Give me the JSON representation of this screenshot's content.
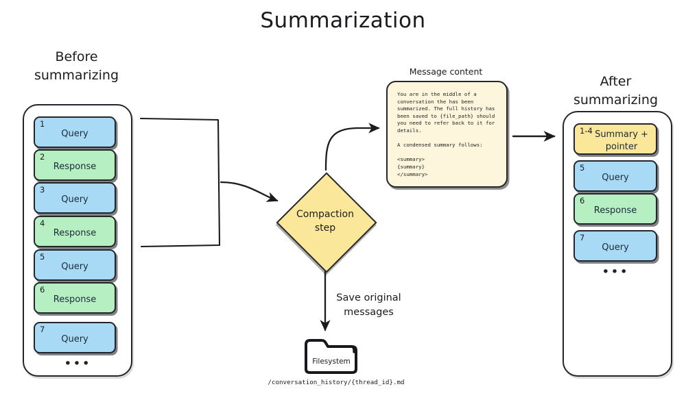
{
  "title": "Summarization",
  "colors": {
    "query": "#a8daf6",
    "response": "#b6efc1",
    "summary": "#fae79a",
    "card": "#fdf6dc",
    "stroke": "#22252a"
  },
  "before": {
    "heading_line1": "Before",
    "heading_line2": "summarizing",
    "ellipsis": "•••",
    "messages": [
      {
        "num": "1",
        "label": "Query",
        "kind": "query"
      },
      {
        "num": "2",
        "label": "Response",
        "kind": "response"
      },
      {
        "num": "3",
        "label": "Query",
        "kind": "query"
      },
      {
        "num": "4",
        "label": "Response",
        "kind": "response"
      },
      {
        "num": "5",
        "label": "Query",
        "kind": "query"
      },
      {
        "num": "6",
        "label": "Response",
        "kind": "response"
      },
      {
        "num": "7",
        "label": "Query",
        "kind": "query"
      }
    ]
  },
  "after": {
    "heading_line1": "After",
    "heading_line2": "summarizing",
    "ellipsis": "•••",
    "messages": [
      {
        "num": "1-4",
        "label": "Summary +\npointer",
        "kind": "summary"
      },
      {
        "num": "5",
        "label": "Query",
        "kind": "query"
      },
      {
        "num": "6",
        "label": "Response",
        "kind": "response"
      },
      {
        "num": "7",
        "label": "Query",
        "kind": "query"
      }
    ]
  },
  "message_content": {
    "label": "Message content",
    "body": "You are in the middle of a\nconversation the has been\nsummarized. The full history has\nbeen saved to {file_path} should\nyou need to refer back to it for\ndetails.\n\nA condensed summary follows:\n\n<summary>\n{summary}\n</summary>"
  },
  "compaction": {
    "line1": "Compaction",
    "line2": "step"
  },
  "save": {
    "line1": "Save original",
    "line2": "messages"
  },
  "filesystem": {
    "label": "Filesystem",
    "path": "/conversation_history/{thread_id}.md"
  }
}
